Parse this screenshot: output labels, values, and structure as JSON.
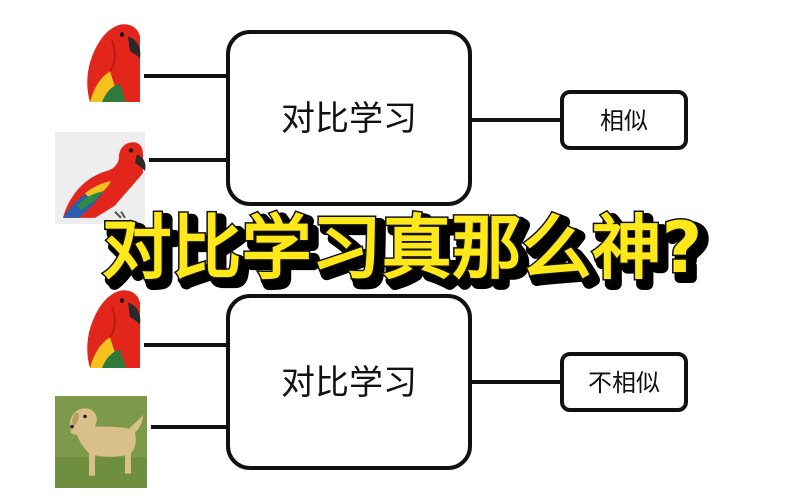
{
  "headline": {
    "text": "对比学习真那么神?",
    "fill_color": "#ffe81a",
    "stroke_color": "#111111"
  },
  "pairs": [
    {
      "images": [
        "parrot-icon",
        "parrot-icon"
      ],
      "process_label": "对比学习",
      "result_label": "相似"
    },
    {
      "images": [
        "parrot-icon",
        "dog-icon"
      ],
      "process_label": "对比学习",
      "result_label": "不相似"
    }
  ],
  "colors": {
    "line": "#111111",
    "parrot_red": "#e3261b",
    "parrot_yellow": "#f4c21c",
    "parrot_blue": "#2a5fae",
    "dog_fur": "#d9c089",
    "grass": "#6e8f3e"
  }
}
